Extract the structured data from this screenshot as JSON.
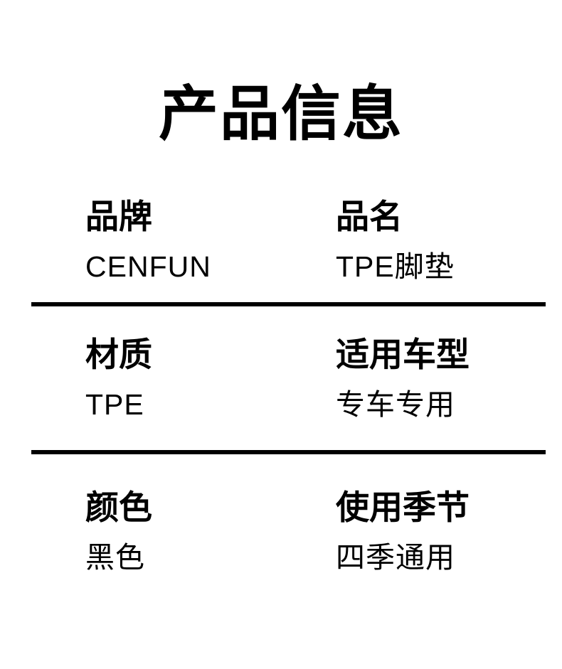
{
  "page": {
    "title": "产品信息",
    "background_color": "#ffffff",
    "text_color": "#000000",
    "divider_color": "#000000"
  },
  "specs": {
    "rows": [
      {
        "left": {
          "label": "品牌",
          "value": "CENFUN"
        },
        "right": {
          "label": "品名",
          "value": "TPE脚垫"
        }
      },
      {
        "left": {
          "label": "材质",
          "value": "TPE"
        },
        "right": {
          "label": "适用车型",
          "value": "专车专用"
        }
      },
      {
        "left": {
          "label": "颜色",
          "value": "黑色"
        },
        "right": {
          "label": "使用季节",
          "value": "四季通用"
        }
      }
    ]
  }
}
